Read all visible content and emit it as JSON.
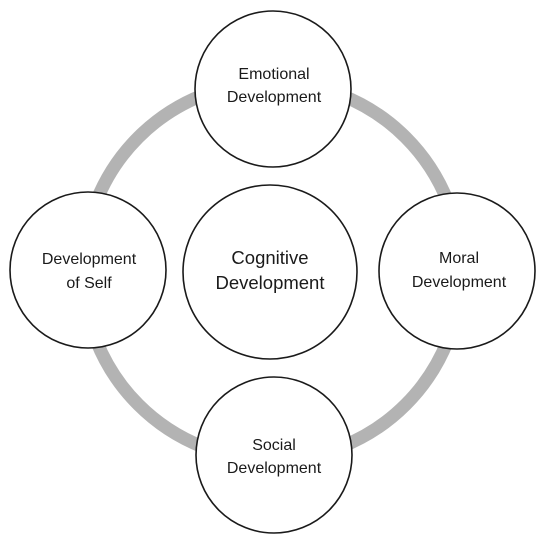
{
  "diagram": {
    "type": "cycle",
    "center": {
      "lines": [
        "Cognitive",
        "Development"
      ]
    },
    "nodes": [
      {
        "id": "emotional",
        "lines": [
          "Emotional",
          "Development"
        ]
      },
      {
        "id": "moral",
        "lines": [
          "Moral",
          "Development"
        ]
      },
      {
        "id": "social",
        "lines": [
          "Social",
          "Development"
        ]
      },
      {
        "id": "self",
        "lines": [
          "Development",
          "of Self"
        ]
      }
    ],
    "colors": {
      "ring": "#b3b3b3",
      "circle_stroke": "#1a1a1a",
      "circle_fill": "#ffffff",
      "text": "#1a1a1a"
    }
  }
}
